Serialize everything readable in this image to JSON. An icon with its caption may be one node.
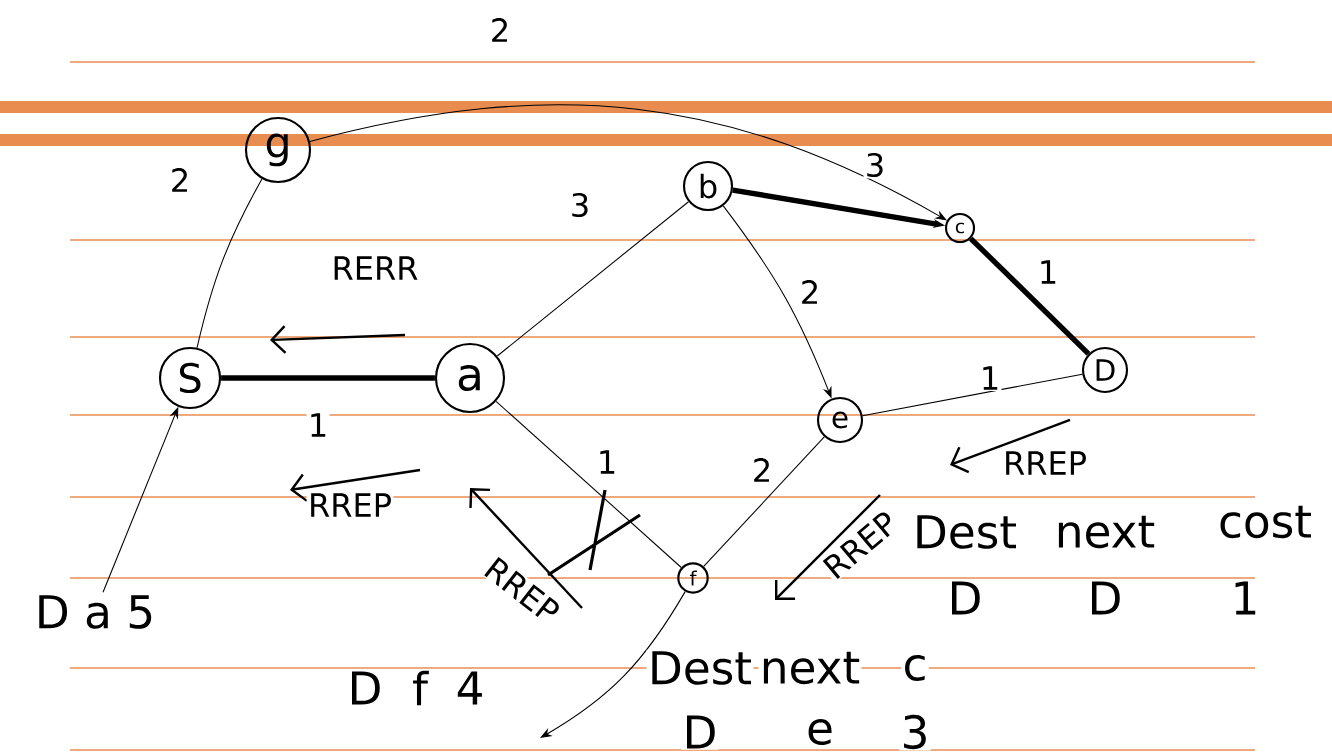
{
  "diagram": {
    "nodes": [
      {
        "text": [
          "S"
        ]
      },
      {
        "text": [
          "g"
        ]
      },
      {
        "text": [
          "a"
        ]
      },
      {
        "text": [
          "b"
        ]
      },
      {
        "text": [
          "c"
        ]
      },
      {
        "text": [
          "D"
        ]
      },
      {
        "text": [
          "e"
        ]
      },
      {
        "text": [
          "f"
        ]
      },
      {
        "text": [
          "D a 5"
        ]
      }
    ],
    "edges": [
      {
        "from": 0,
        "to": 1,
        "arrow": "none",
        "label": "2"
      },
      {
        "from": 0,
        "to": 2,
        "arrow": "none",
        "label": "1",
        "style": "thick"
      },
      {
        "from": 2,
        "to": 3,
        "arrow": "none",
        "label": "3"
      },
      {
        "from": 3,
        "to": 6,
        "arrow": "to",
        "label": "2"
      },
      {
        "from": 3,
        "to": 4,
        "arrow": "to",
        "style": "thick"
      },
      {
        "from": 1,
        "to": 4,
        "arrow": "to",
        "label": "2"
      },
      {
        "from": 4,
        "to": 5,
        "arrow": "none",
        "label": "1",
        "style": "thick"
      },
      {
        "from": 6,
        "to": 5,
        "arrow": "none",
        "label": "1"
      },
      {
        "from": 6,
        "to": 7,
        "arrow": "none",
        "label": "2"
      },
      {
        "from": 2,
        "to": 7,
        "arrow": "none",
        "label": "1"
      },
      {
        "from": 8,
        "to": 0,
        "arrow": "to"
      },
      {
        "from": 7,
        "to": null,
        "arrow": "to"
      }
    ],
    "labels": [
      "3",
      "RERR",
      "RREP",
      "RREP",
      "RREP",
      "RREP",
      "Dest",
      "next",
      "cost",
      "D",
      "D",
      "1",
      "Dest",
      "next",
      "c",
      "D",
      "e",
      "3",
      "D",
      "f",
      "4"
    ]
  }
}
